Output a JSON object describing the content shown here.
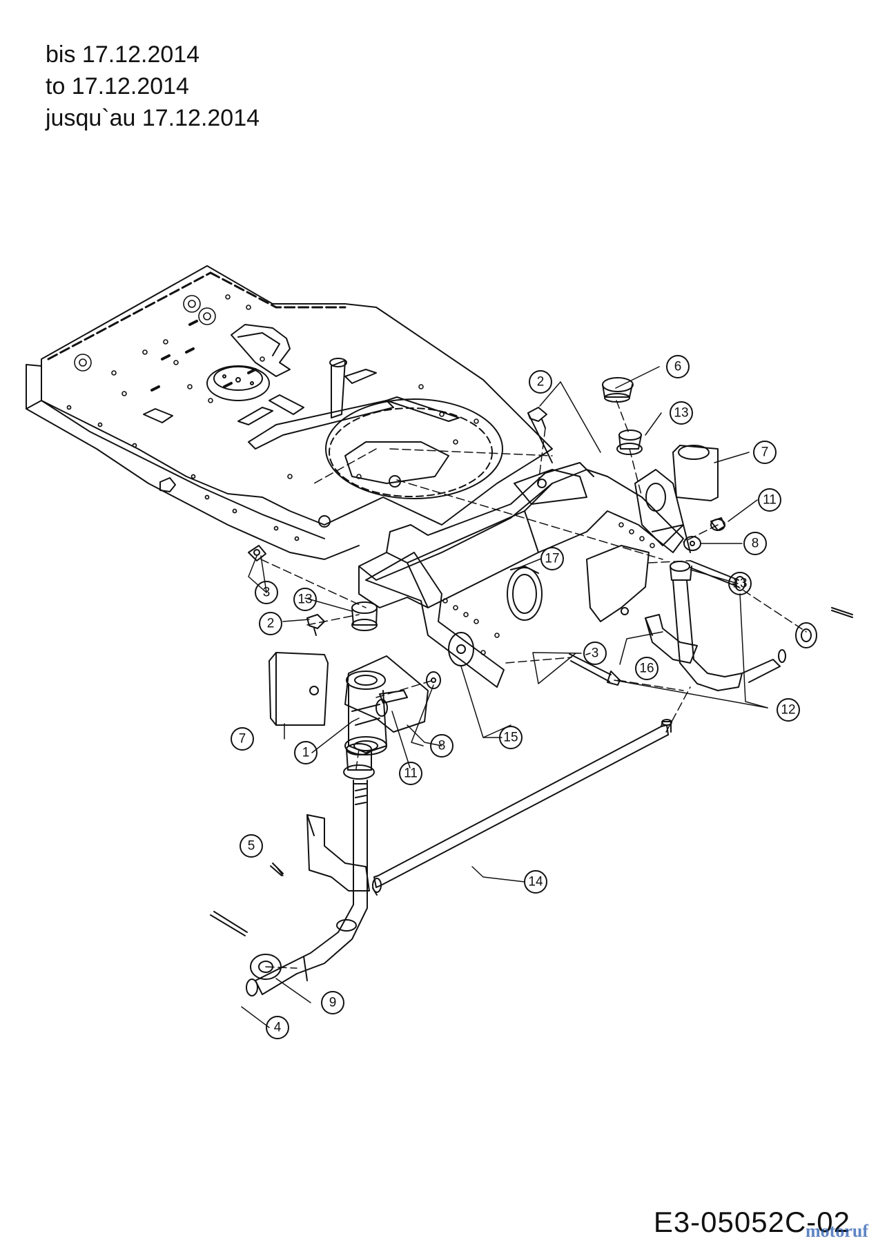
{
  "header": {
    "line1": "bis 17.12.2014",
    "line2": "to 17.12.2014",
    "line3": "jusqu`au 17.12.2014"
  },
  "callouts": [
    {
      "id": "c2a",
      "label": "2"
    },
    {
      "id": "c6",
      "label": "6"
    },
    {
      "id": "c13a",
      "label": "13"
    },
    {
      "id": "c7a",
      "label": "7"
    },
    {
      "id": "c11a",
      "label": "11"
    },
    {
      "id": "c8a",
      "label": "8"
    },
    {
      "id": "c13b",
      "label": "13"
    },
    {
      "id": "c17",
      "label": "17"
    },
    {
      "id": "c3a",
      "label": "3"
    },
    {
      "id": "c13c",
      "label": "13"
    },
    {
      "id": "c2b",
      "label": "2"
    },
    {
      "id": "c3b",
      "label": "3"
    },
    {
      "id": "c16",
      "label": "16"
    },
    {
      "id": "c12",
      "label": "12"
    },
    {
      "id": "c7b",
      "label": "7"
    },
    {
      "id": "c1",
      "label": "1"
    },
    {
      "id": "c8b",
      "label": "8"
    },
    {
      "id": "c15",
      "label": "15"
    },
    {
      "id": "c11b",
      "label": "11"
    },
    {
      "id": "c5",
      "label": "5"
    },
    {
      "id": "c14",
      "label": "14"
    },
    {
      "id": "c9",
      "label": "9"
    },
    {
      "id": "c4",
      "label": "4"
    }
  ],
  "footer": {
    "drawing_code": "E3-05052C-02",
    "watermark": "motoruf"
  },
  "colors": {
    "line": "#111111",
    "watermark": [
      "#2a5db0",
      "#d23b2f",
      "#2a8f3a",
      "#e0a21a"
    ]
  }
}
